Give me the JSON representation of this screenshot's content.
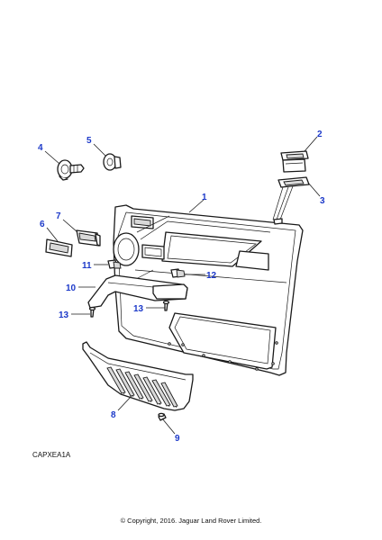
{
  "diagram": {
    "callouts": [
      "1",
      "2",
      "3",
      "4",
      "5",
      "6",
      "7",
      "8",
      "9",
      "10",
      "11",
      "12",
      "13",
      "13"
    ],
    "illustration_code": "CAPXEA1A",
    "callout_color": "#1c39c9"
  },
  "footer": {
    "copyright": "© Copyright, 2016. Jaguar Land Rover Limited."
  }
}
